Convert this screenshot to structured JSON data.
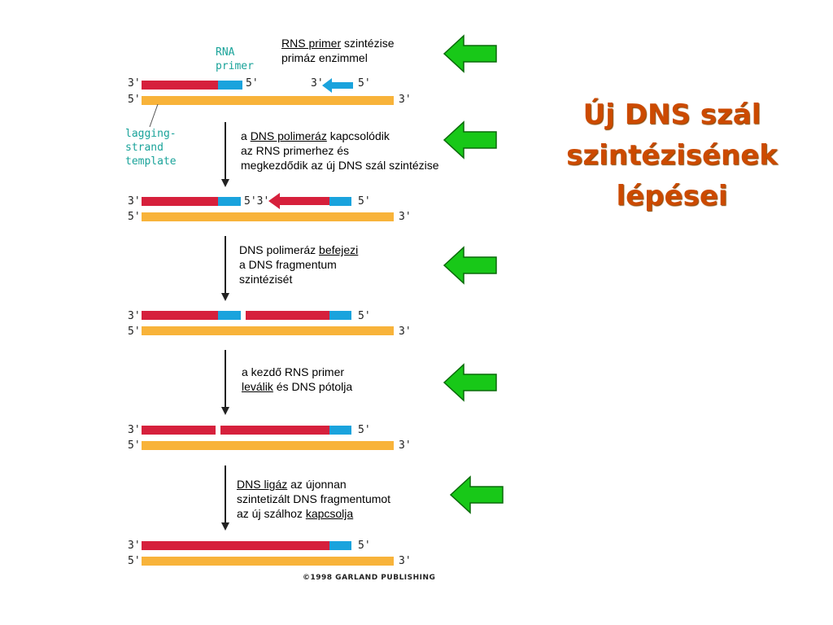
{
  "title": {
    "line1": "Új DNS szál",
    "line2": "szintézisének",
    "line3": "lépései"
  },
  "labels": {
    "rna_primer": [
      "RNA",
      "primer"
    ],
    "lagging_strand": [
      "lagging-",
      "strand",
      "template"
    ],
    "end3": "3'",
    "end5": "5'",
    "end53": "5'3'"
  },
  "steps": [
    {
      "segments": [
        {
          "line": [
            {
              "t": "RNS primer",
              "u": true
            },
            {
              "t": " szintézise",
              "u": false
            }
          ]
        },
        {
          "line": [
            {
              "t": "primáz enzimmel",
              "u": false
            }
          ]
        }
      ]
    },
    {
      "segments": [
        {
          "line": [
            {
              "t": "a ",
              "u": false
            },
            {
              "t": "DNS polimeráz",
              "u": true
            },
            {
              "t": " kapcsolódik",
              "u": false
            }
          ]
        },
        {
          "line": [
            {
              "t": "az RNS primerhez és",
              "u": false
            }
          ]
        },
        {
          "line": [
            {
              "t": "megkezdődik az új DNS szál szintézise",
              "u": false
            }
          ]
        }
      ]
    },
    {
      "segments": [
        {
          "line": [
            {
              "t": "DNS polimeráz ",
              "u": false
            },
            {
              "t": "befejezi",
              "u": true
            }
          ]
        },
        {
          "line": [
            {
              "t": "a DNS fragmentum",
              "u": false
            }
          ]
        },
        {
          "line": [
            {
              "t": "szintézisét",
              "u": false
            }
          ]
        }
      ]
    },
    {
      "segments": [
        {
          "line": [
            {
              "t": "a kezdő RNS primer",
              "u": false
            }
          ]
        },
        {
          "line": [
            {
              "t": "leválik",
              "u": true
            },
            {
              "t": " és DNS pótolja",
              "u": false
            }
          ]
        }
      ]
    },
    {
      "segments": [
        {
          "line": [
            {
              "t": "DNS ligáz",
              "u": true
            },
            {
              "t": " az újonnan",
              "u": false
            }
          ]
        },
        {
          "line": [
            {
              "t": "szintetizált DNS fragmentumot",
              "u": false
            }
          ]
        },
        {
          "line": [
            {
              "t": "az új szálhoz ",
              "u": false
            },
            {
              "t": "kapcsolja",
              "u": true
            }
          ]
        }
      ]
    }
  ],
  "copyright": "©1998 GARLAND PUBLISHING",
  "colors": {
    "rna_primer": "#1aa3dd",
    "new_dna": "#d6203c",
    "template": "#f8b33a",
    "arrow_green": "#18c818",
    "title": "#cc4a00",
    "label_teal": "#1aa39a"
  }
}
